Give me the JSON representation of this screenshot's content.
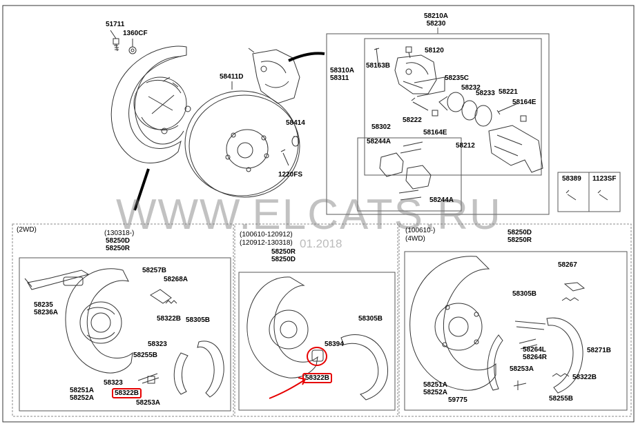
{
  "watermark": {
    "site": "WWW.ELCATS.RU",
    "date": "01.2018"
  },
  "colors": {
    "line": "#333333",
    "box": "#555555",
    "highlight": "#e60000",
    "watermark": "#787878"
  },
  "top_section": {
    "labels": {
      "p51711": "51711",
      "p1360CF": "1360CF",
      "p58411D": "58411D",
      "p58414": "58414",
      "p1220FS": "1220FS"
    }
  },
  "caliper_box": {
    "header": [
      "58210A",
      "58230"
    ],
    "labels": {
      "p58120": "58120",
      "p58310A": "58310A",
      "p58311": "58311",
      "p58163B": "58163B",
      "p58235C": "58235C",
      "p58232": "58232",
      "p58233": "58233",
      "p58221": "58221",
      "p58164E_a": "58164E",
      "p58222": "58222",
      "p58164E_b": "58164E",
      "p58212": "58212",
      "p58302": "58302",
      "p58244A_a": "58244A",
      "p58244A_b": "58244A"
    }
  },
  "small_box": {
    "labels": {
      "p58389": "58389",
      "p1123SF": "1123SF"
    }
  },
  "section_2wd": {
    "title": "(2WD)",
    "date_range": "(130318-)",
    "header": [
      "58250D",
      "58250R"
    ],
    "labels": {
      "p58257B": "58257B",
      "p58268A": "58268A",
      "p58235": "58235",
      "p58236A": "58236A",
      "p58322B_a": "58322B",
      "p58305B": "58305B",
      "p58323_a": "58323",
      "p58255B": "58255B",
      "p58323_b": "58323",
      "p58251A": "58251A",
      "p58252A": "58252A",
      "p58322B_b": "58322B",
      "p58253A": "58253A"
    }
  },
  "section_mid": {
    "date_range_1": "(100610-120912)",
    "date_range_2": "(120912-130318)",
    "header": [
      "58250R",
      "58250D"
    ],
    "labels": {
      "p58305B": "58305B",
      "p58394": "58394",
      "p58322B": "58322B"
    }
  },
  "section_4wd": {
    "date_range": "(100610-)",
    "title": "(4WD)",
    "header": [
      "58250D",
      "58250R"
    ],
    "labels": {
      "p58267": "58267",
      "p58305B": "58305B",
      "p58264L": "58264L",
      "p58264R": "58264R",
      "p58271B": "58271B",
      "p58253A": "58253A",
      "p58322B": "58322B",
      "p58251A": "58251A",
      "p58252A": "58252A",
      "p59775": "59775",
      "p58255B": "58255B"
    }
  }
}
